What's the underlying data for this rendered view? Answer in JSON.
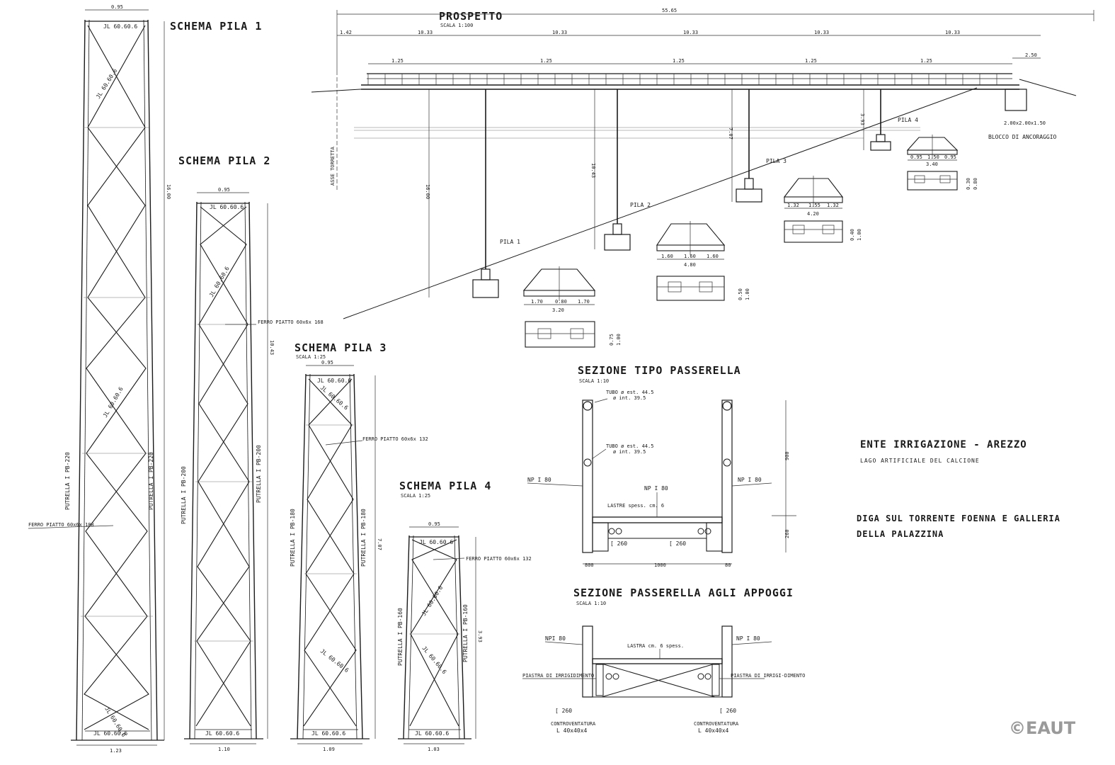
{
  "schemas": {
    "pila1": {
      "title": "SCHEMA PILA 1",
      "top_dim": "0.95",
      "base_dim": "1.23",
      "height_dim": "16.00",
      "bracing": [
        "JL 60.60.6",
        "JL 60.60.6",
        "JL 60.60.6",
        "JL 60.60.6"
      ],
      "base_bracing": "JL 60.60.6",
      "left_beam": "PUTRELLA I PB-220",
      "right_beam": "PUTRELLA I PB-220",
      "plate": "FERRO PIATTO 60x6x 188"
    },
    "pila2": {
      "title": "SCHEMA PILA 2",
      "top_dim": "0.95",
      "base_dim": "1.10",
      "height_dim": "10.43",
      "bracing": [
        "JL 60.60.6",
        "JL 60.60.6"
      ],
      "base_bracing": "JL 60.60.6",
      "left_beam": "PUTRELLA I PB-200",
      "right_beam": "PUTRELLA I PB-200",
      "plate": "FERRO PIATTO 60x6x 168"
    },
    "pila3": {
      "title": "SCHEMA PILA 3",
      "scale": "SCALA 1:25",
      "top_dim": "0.95",
      "base_dim": "1.09",
      "height_dim": "7.07",
      "bracing": [
        "JL 60.60.6",
        "JL 60.60.6",
        "JL 60.60.6"
      ],
      "base_bracing": "JL 60.60.6",
      "left_beam": "PUTRELLA I PB-180",
      "right_beam": "PUTRELLA I PB-180",
      "plate": "FERRO PIATTO 60x6x 132"
    },
    "pila4": {
      "title": "SCHEMA PILA 4",
      "scale": "SCALA 1:25",
      "top_dim": "0.95",
      "base_dim": "1.03",
      "height_dim": "3.93",
      "bracing": [
        "JL 60.60.6",
        "JL 60.60.6",
        "JL 60.60.6"
      ],
      "base_bracing": "JL 60.60.6",
      "left_beam": "PUTRELLA I PB-160",
      "right_beam": "PUTRELLA I PB-160",
      "plate": "FERRO PIATTO 60x6x 132"
    }
  },
  "prospetto": {
    "title": "PROSPETTO",
    "scale": "SCALA 1:100",
    "total_dim": "55.65",
    "spans": [
      "1.42",
      "10.33",
      "10.33",
      "10.33",
      "10.33",
      "10.33",
      "2.50"
    ],
    "pier_heights": [
      "16.00",
      "10.43",
      "7.07",
      "3.93"
    ],
    "pier_labels": [
      "PILA 1",
      "PILA 2",
      "PILA 3",
      "PILA 4"
    ],
    "axis_label": "ASSE TORRETTA",
    "anchor": "BLOCCO DI ANCORAGGIO",
    "anchor_dim": "2.00x2.00x1.50",
    "sub_dims": [
      "1.25",
      "1.25",
      "1.25",
      "1.25",
      "1.25"
    ]
  },
  "foundations": [
    {
      "top": [
        "1.70",
        "0.80",
        "1.70"
      ],
      "width": "3.20",
      "dims": [
        "0.75",
        "1.00"
      ]
    },
    {
      "top": [
        "1.60",
        "1.60",
        "1.60"
      ],
      "width": "4.80",
      "dims": [
        "0.50",
        "1.00"
      ]
    },
    {
      "top": [
        "1.32",
        "1.55",
        "1.32"
      ],
      "width": "4.20",
      "dims": [
        "0.40",
        "1.00"
      ]
    },
    {
      "top": [
        "0.95",
        "1.50",
        "0.95"
      ],
      "width": "3.40",
      "dims": [
        "0.30",
        "0.80"
      ]
    }
  ],
  "sezione_tipo": {
    "title": "SEZIONE TIPO PASSERELLA",
    "scale": "SCALA 1:10",
    "tube_top": "TUBO ø est. 44.5",
    "tube_top_int": "ø int. 39.5",
    "tube_mid": "TUBO ø est. 44.5",
    "tube_mid_int": "ø int. 39.5",
    "npi_left": "NP I 80",
    "npi_right": "NP I 80",
    "npi_center": "NP I 80",
    "lastre": "LASTRE spess. cm. 6",
    "c_left": "[ 260",
    "c_right": "[ 260",
    "dims": [
      "800",
      "1000",
      "80"
    ],
    "height": "900",
    "height2": "260"
  },
  "sezione_appoggi": {
    "title": "SEZIONE PASSERELLA AGLI APPOGGI",
    "scale": "SCALA 1:10",
    "npi_left": "NPI 80",
    "npi_right": "NP I 80",
    "lastra": "LASTRA cm. 6 spess.",
    "piastra_left": "PIASTRA DI IRRIGIDIMENTO",
    "piastra_right": "PIASTRA DI IRRIGI-DIMENTO",
    "c_left": "[ 260",
    "c_right": "[ 260",
    "contro_left": "CONTROVENTATURA",
    "contro_right": "CONTROVENTATURA",
    "angle_left": "L 40x40x4",
    "angle_right": "L 40x40x4"
  },
  "title_block": {
    "line1": "ENTE IRRIGAZIONE - AREZZO",
    "line2": "LAGO ARTIFICIALE DEL CALCIONE",
    "line3": "DIGA SUL TORRENTE FOENNA E GALLERIA",
    "line4": "DELLA PALAZZINA"
  },
  "watermark": "©EAUT"
}
